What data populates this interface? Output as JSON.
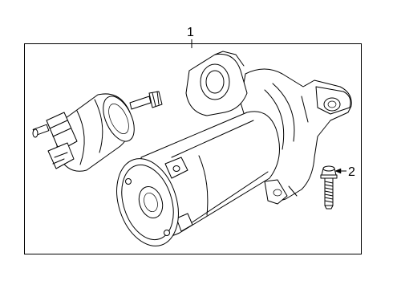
{
  "callouts": [
    {
      "number": "1",
      "part": "starter-assembly"
    },
    {
      "number": "2",
      "part": "mounting-bolt"
    }
  ],
  "colors": {
    "line": "#000000",
    "background": "#ffffff"
  }
}
